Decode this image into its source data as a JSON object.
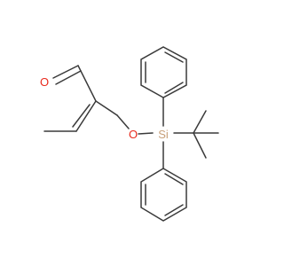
{
  "molecule": {
    "atoms": {
      "oxygen_aldehyde": "O",
      "oxygen_ether": "O",
      "silicon": "Si"
    },
    "colors": {
      "bond": "#3a3a3a",
      "oxygen": "#e8291c",
      "silicon": "#c8a07a"
    }
  }
}
